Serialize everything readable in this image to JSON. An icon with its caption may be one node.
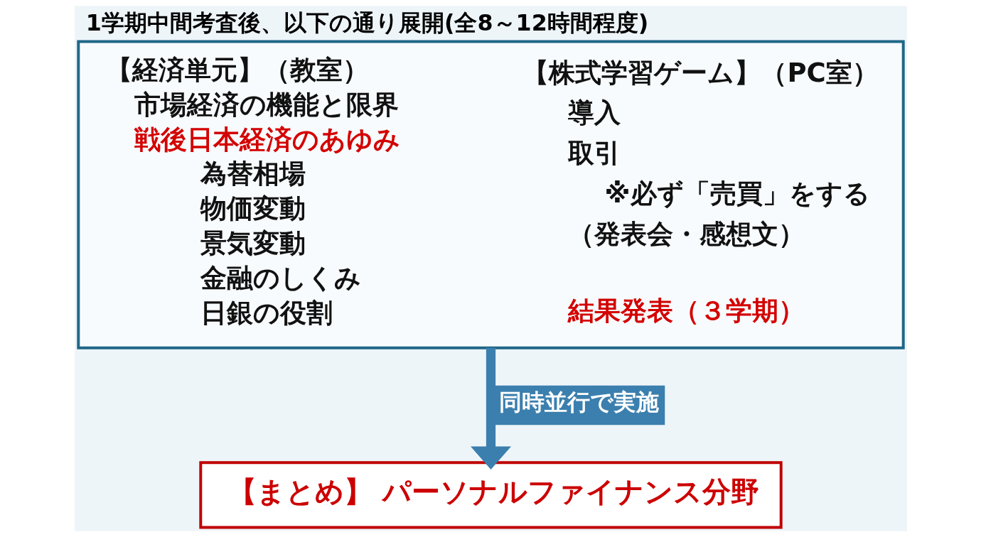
{
  "diagram": {
    "title": "1学期中間考査後、以下の通り展開(全8～12時間程度)",
    "nodes": [
      {
        "text": [
          "【経済単元】（教室）",
          "市場経済の機能と限界",
          "戦後日本経済のあゆみ",
          "為替相場",
          "物価変動",
          "景気変動",
          "金融のしくみ",
          "日銀の役割",
          "【株式学習ゲーム】（PC室）",
          "導入",
          "取引",
          "※必ず「売買」をする",
          "（発表会・感想文）",
          "結果発表（３学期）"
        ]
      },
      {
        "text": [
          "【まとめ】 パーソナルファイナンス分野"
        ]
      }
    ],
    "edges": [
      {
        "from": 0,
        "to": 1,
        "arrow": "to",
        "label": "同時並行で実施"
      }
    ]
  }
}
